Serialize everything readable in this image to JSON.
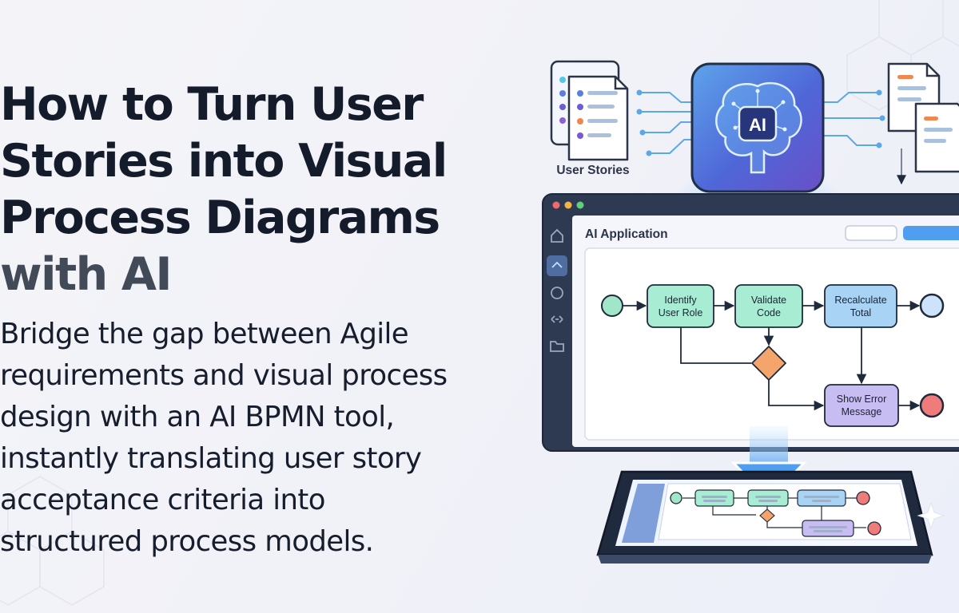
{
  "headline": {
    "line1": "How to Turn User",
    "line2": "Stories into Visual",
    "line3": "Process Diagrams",
    "line4": "with AI"
  },
  "body": {
    "line1": "Bridge the gap between Agile",
    "line2": "requirements and visual process",
    "line3": "design with an AI BPMN tool,",
    "line4": "instantly translating user story",
    "line5": "acceptance criteria into",
    "line6": "structured process models."
  },
  "illustration": {
    "user_stories_label": "User Stories",
    "ai_badge": "AI",
    "app_title": "AI Application"
  },
  "process": {
    "task_identify_line1": "Identify",
    "task_identify_line2": "User Role",
    "task_validate_line1": "Validate",
    "task_validate_line2": "Code",
    "task_recalc_line1": "Recalculate",
    "task_recalc_line2": "Total",
    "task_error_line1": "Show Error",
    "task_error_line2": "Message"
  },
  "colors": {
    "task_green": "#a8ecd4",
    "task_blue": "#a9d3f4",
    "task_purple": "#c8bdf2",
    "start_event": "#a2e6c9",
    "end_event_blue": "#cde2fb",
    "end_event_red": "#ef7b7b",
    "gateway": "#f5a46b",
    "ai_chip": "#4e66d6"
  }
}
